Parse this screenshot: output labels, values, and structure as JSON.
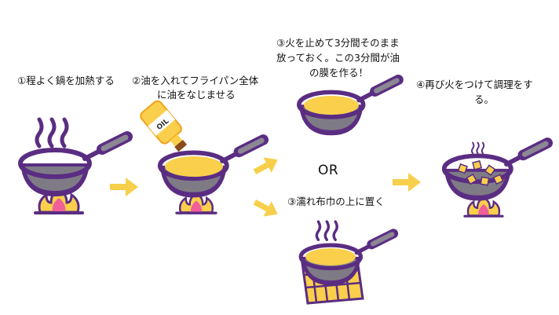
{
  "steps": {
    "step1": "①程よく鍋を加熱する",
    "step2_line1": "②油を入れてフライパン全体",
    "step2_line2": "に油をなじませる",
    "step3a_line1": "③火を止めて3分間そのまま",
    "step3a_line2": "放っておく。この3分間が油",
    "step3a_line3": "の膜を作る！",
    "or_label": "OR",
    "step3b": "③濡れ布巾の上に置く",
    "step4_line1": "④再び火をつけて調理をす",
    "step4_line2": "る。"
  },
  "bottle_label": "OIL",
  "colors": {
    "pan_rim": "#5a2d82",
    "pan_inside": "#7f7b86",
    "oil": "#f9cf4c",
    "arrow": "#f7cf4a",
    "flame": "#ef5f9a"
  }
}
